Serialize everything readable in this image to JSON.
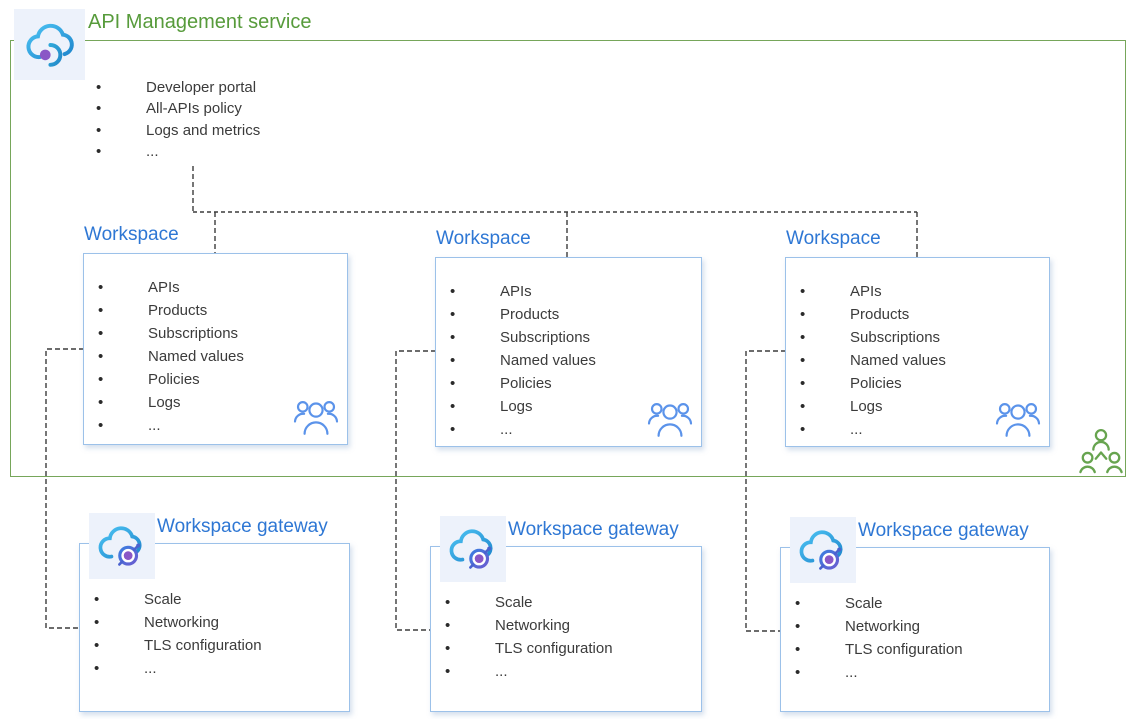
{
  "service": {
    "title": "API Management service",
    "items": [
      "Developer portal",
      "All-APIs policy",
      "Logs and metrics",
      "..."
    ]
  },
  "workspaces": [
    {
      "title": "Workspace",
      "items": [
        "APIs",
        "Products",
        "Subscriptions",
        "Named values",
        "Policies",
        "Logs",
        "..."
      ]
    },
    {
      "title": "Workspace",
      "items": [
        "APIs",
        "Products",
        "Subscriptions",
        "Named values",
        "Policies",
        "Logs",
        "..."
      ]
    },
    {
      "title": "Workspace",
      "items": [
        "APIs",
        "Products",
        "Subscriptions",
        "Named values",
        "Policies",
        "Logs",
        "..."
      ]
    }
  ],
  "gateways": [
    {
      "title": "Workspace gateway",
      "items": [
        "Scale",
        "Networking",
        "TLS configuration",
        "..."
      ]
    },
    {
      "title": "Workspace gateway",
      "items": [
        "Scale",
        "Networking",
        "TLS configuration",
        "..."
      ]
    },
    {
      "title": "Workspace gateway",
      "items": [
        "Scale",
        "Networking",
        "TLS configuration",
        "..."
      ]
    }
  ],
  "icons": {
    "service_icon": "api-management-cloud-icon",
    "gateway_icon": "gateway-cloud-icon",
    "workspace_badge": "people-group-icon",
    "service_badge": "organization-people-icon"
  },
  "colors": {
    "green_title": "#579b3b",
    "green_border": "#76a65a",
    "blue_title": "#2e77d4",
    "panel_border": "#9cc1e9",
    "list_text": "#3b3b3b",
    "connector": "#3c3c3c",
    "people_blue": "#5b93ea",
    "people_green": "#67a44f",
    "accent_purple": "#8a57c6"
  }
}
